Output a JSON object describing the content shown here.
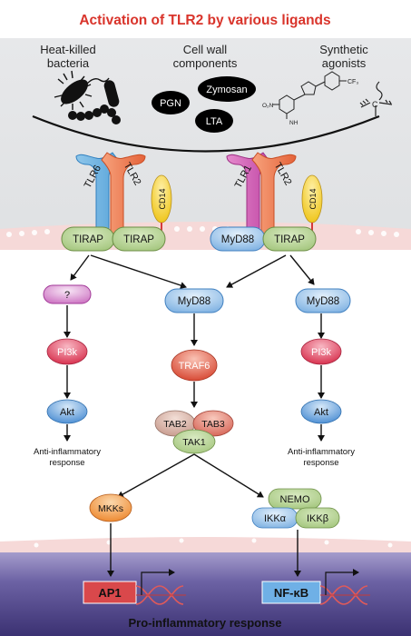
{
  "title": "Activation of TLR2 by various ligands",
  "ligands": {
    "heat_killed": [
      "Heat-killed",
      "bacteria"
    ],
    "cell_wall": [
      "Cell wall",
      "components"
    ],
    "synthetic": [
      "Synthetic",
      "agonists"
    ],
    "pgn": "PGN",
    "zymosan": "Zymosan",
    "lta": "LTA",
    "cf3": "CF₃",
    "c_atom": "C",
    "nitro": "O₂N",
    "nh": "NH"
  },
  "receptors": {
    "left": {
      "tlr_a": "TLR6",
      "tlr_b": "TLR2",
      "cd14": "CD14",
      "adaptor_a": "TIRAP",
      "adaptor_b": "TIRAP"
    },
    "right": {
      "tlr_a": "TLR1",
      "tlr_b": "TLR2",
      "cd14": "CD14",
      "adaptor_a": "MyD88",
      "adaptor_b": "TIRAP"
    }
  },
  "left_path": {
    "unknown": "?",
    "pi3k": "PI3k",
    "akt": "Akt",
    "response": [
      "Anti-inflammatory",
      "response"
    ]
  },
  "center_path": {
    "myd88": "MyD88",
    "traf6": "TRAF6",
    "tab2": "TAB2",
    "tab3": "TAB3",
    "tak1": "TAK1"
  },
  "right_path": {
    "myd88": "MyD88",
    "pi3k": "PI3k",
    "akt": "Akt",
    "response": [
      "Anti-inflammatory",
      "response"
    ]
  },
  "lower": {
    "mkks": "MKKs",
    "nemo": "NEMO",
    "ikka": "IKKα",
    "ikkb": "IKKβ"
  },
  "nucleus": {
    "ap1": "AP1",
    "nfkb": "NF-κB",
    "footer": "Pro-inflammatory response"
  },
  "colors": {
    "title": "#d9342b",
    "adaptor_green": "#b7d493",
    "myd88_blue": "#9cc4ea",
    "pi3k_red": "#e64d6d",
    "akt_blue": "#6aa3dc",
    "traf6_red": "#df5f4b",
    "mkks_orange": "#f2a14a",
    "nucleus_purple": "#5a4e93"
  }
}
